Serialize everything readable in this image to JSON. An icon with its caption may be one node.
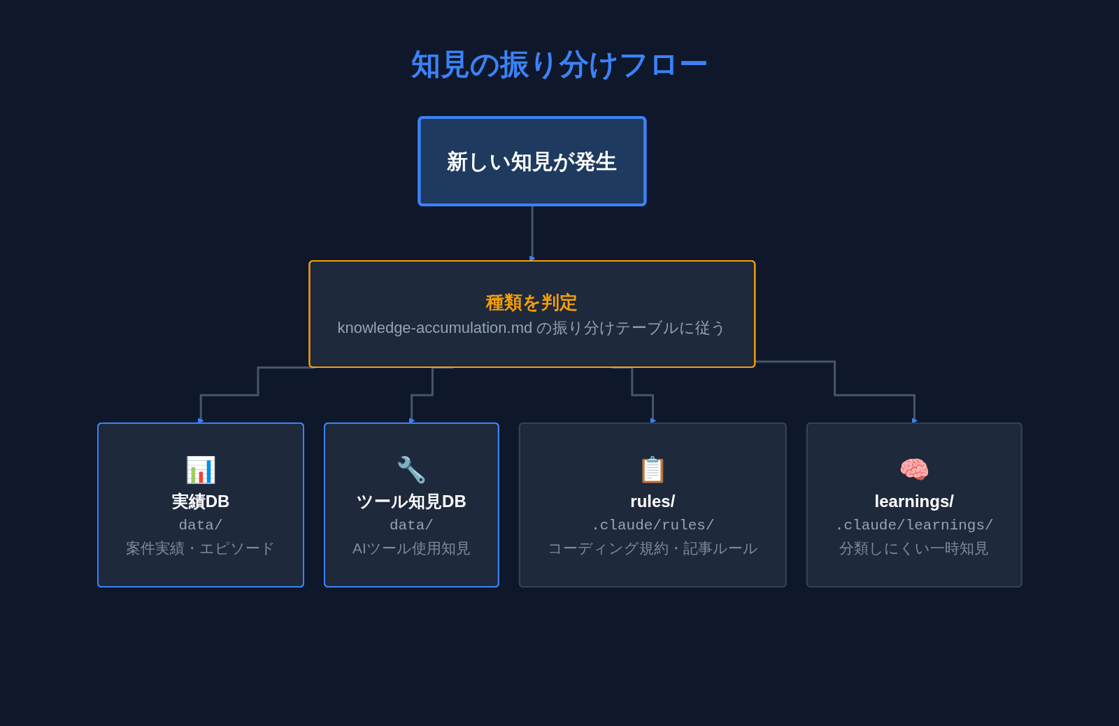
{
  "diagram": {
    "title": "知見の振り分けフロー",
    "nodes": [
      {
        "text": [
          "新しい知見が発生"
        ]
      },
      {
        "text": [
          "種類を判定",
          "knowledge-accumulation.md の振り分けテーブルに従う"
        ]
      },
      {
        "text": [
          "📊",
          "実績DB",
          "data/",
          "案件実績・エピソード"
        ]
      },
      {
        "text": [
          "🔧",
          "ツール知見DB",
          "data/",
          "AIツール使用知見"
        ]
      },
      {
        "text": [
          "📋",
          "rules/",
          ".claude/rules/",
          "コーディング規約・記事ルール"
        ]
      },
      {
        "text": [
          "🧠",
          "learnings/",
          ".claude/learnings/",
          "分類しにくい一時知見"
        ]
      }
    ],
    "edges": [
      {
        "from": 0,
        "to": 1,
        "arrow": "to"
      },
      {
        "from": 1,
        "to": 2,
        "arrow": "to"
      },
      {
        "from": 1,
        "to": 3,
        "arrow": "to"
      },
      {
        "from": 1,
        "to": 4,
        "arrow": "to"
      },
      {
        "from": 1,
        "to": 5,
        "arrow": "to"
      }
    ]
  }
}
